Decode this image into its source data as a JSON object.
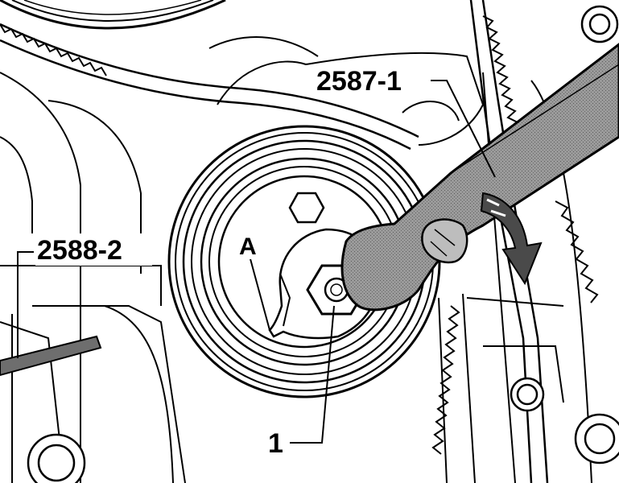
{
  "labels": {
    "tool_wrench": "2587-1",
    "tool_pin": "2588-2",
    "point_a": "A",
    "part_1": "1"
  },
  "colors": {
    "line": "#000000",
    "background": "#ffffff",
    "wrench_fill": "#8a8a8a",
    "pin_fill": "#6e6e6e",
    "arrow_fill": "#4a4a4a"
  }
}
